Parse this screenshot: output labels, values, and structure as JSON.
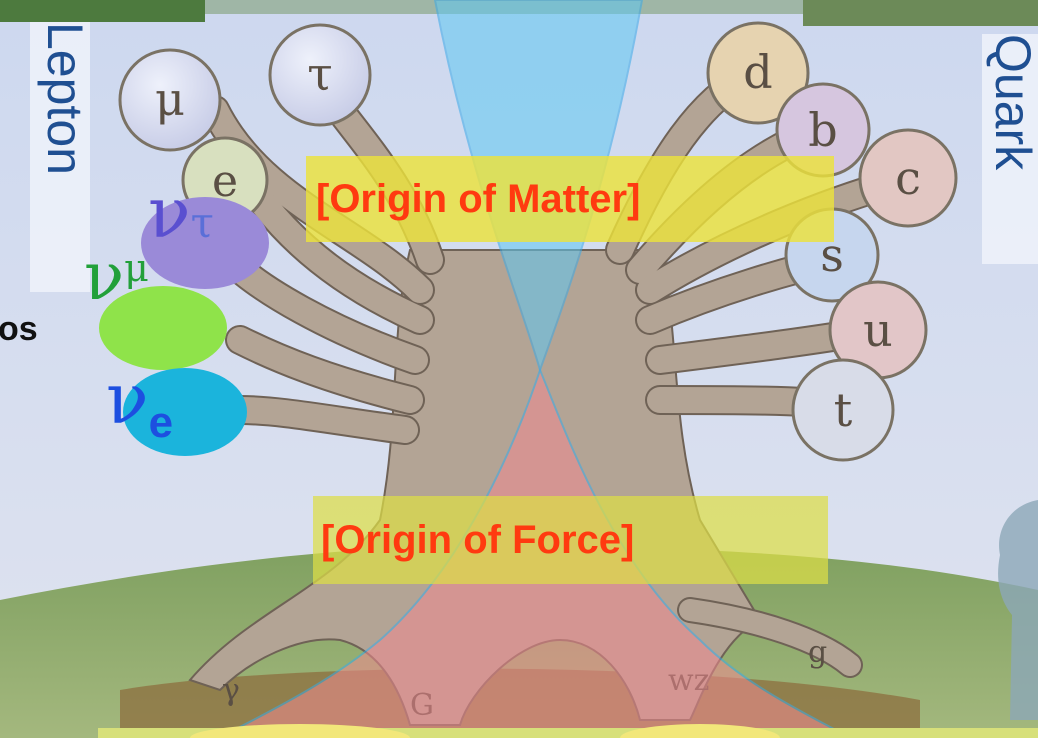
{
  "labels": {
    "lepton": "Lepton",
    "quark": "Quark",
    "origin_matter": "[Origin of Matter]",
    "origin_force": "[Origin of Force]",
    "side_fragment": "os"
  },
  "leptons": [
    "μ",
    "τ",
    "e"
  ],
  "quarks": [
    "d",
    "b",
    "c",
    "s",
    "u",
    "t"
  ],
  "bosons": [
    "γ",
    "G",
    "wz",
    "g"
  ],
  "neutrinos": [
    {
      "symbol": "ν",
      "sub": "τ",
      "color": "#5a4fd0",
      "bubble": "#9a8ad8"
    },
    {
      "symbol": "ν",
      "sub": "μ",
      "color": "#22a03a",
      "bubble": "#8fe34a"
    },
    {
      "symbol": "ν",
      "sub": "e",
      "color": "#1d4fe0",
      "bubble": "#1bb4dc"
    }
  ],
  "colors": {
    "matter_cone": "#5ec8f2",
    "force_cone": "#f08a90",
    "banner_bg": "#ece23c",
    "banner_text": "#ff3a10",
    "lepton_text": "#1f4f92"
  }
}
